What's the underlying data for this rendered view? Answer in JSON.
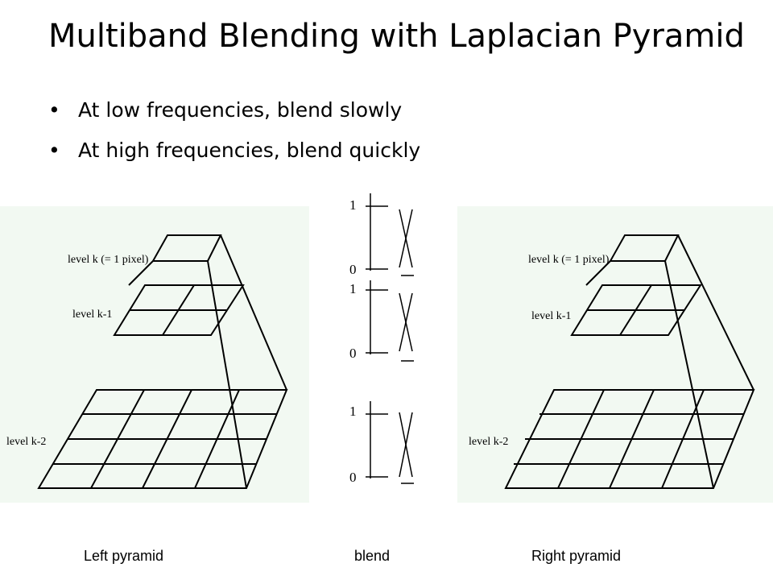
{
  "slide": {
    "title": "Multiband Blending with Laplacian Pyramid",
    "bullets": [
      "At low frequencies, blend slowly",
      "At high frequencies, blend quickly"
    ],
    "bullet_glyph": "•"
  },
  "pyramid": {
    "level_k": "level k (= 1 pixel)",
    "level_k1": "level k-1",
    "level_k2": "level k-2"
  },
  "blend": {
    "ticks": [
      {
        "top": "1",
        "bottom": "0"
      },
      {
        "top": "1",
        "bottom": "0"
      },
      {
        "top": "1",
        "bottom": "0"
      }
    ]
  },
  "captions": {
    "left": "Left pyramid",
    "middle": "blend",
    "right": "Right pyramid"
  }
}
